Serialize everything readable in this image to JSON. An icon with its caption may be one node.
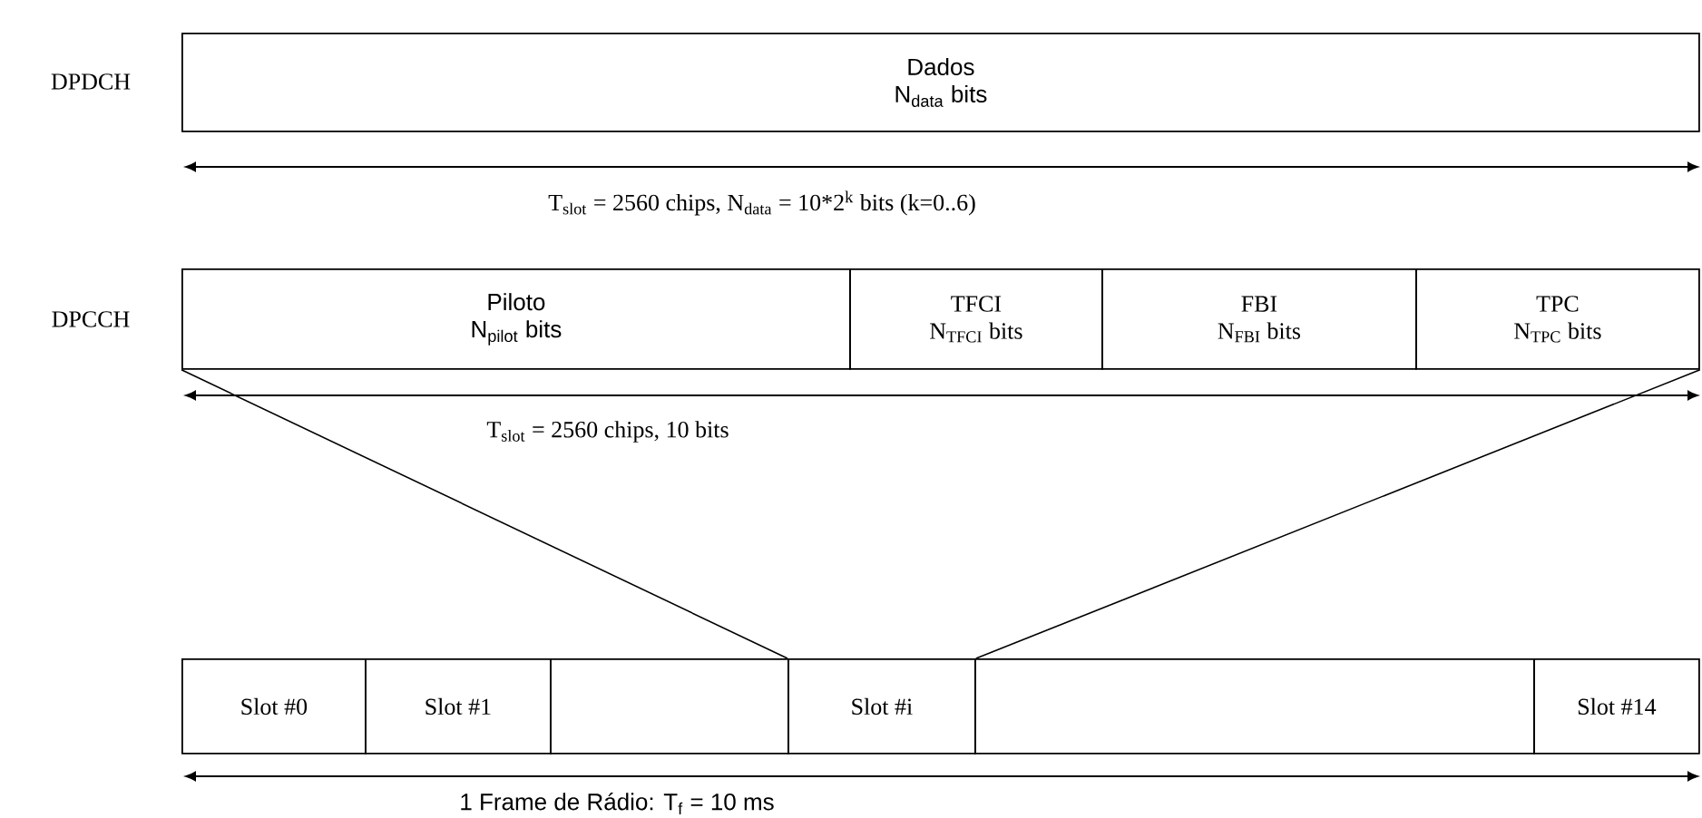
{
  "diagram": {
    "nodes": [
      {
        "text": [
          "Dados",
          "N$_{data}$ bits"
        ]
      },
      {
        "text": [
          "Piloto",
          "N$_{pilot}$ bits"
        ]
      },
      {
        "text": [
          "TFCI",
          "N$_{TFCI}$ bits"
        ]
      },
      {
        "text": [
          "FBI",
          "N$_{FBI}$ bits"
        ]
      },
      {
        "text": [
          "TPC",
          "N$_{TPC}$ bits"
        ]
      },
      {
        "text": [
          "Slot #0"
        ]
      },
      {
        "text": [
          "Slot #1"
        ]
      },
      {
        "text": [],
        "shape": "box"
      },
      {
        "text": [
          "Slot #i"
        ]
      },
      {
        "text": [],
        "shape": "box"
      },
      {
        "text": [
          "Slot #14"
        ]
      }
    ],
    "edges": [
      {
        "from": 1,
        "to": 8,
        "arrow": "none"
      },
      {
        "from": 4,
        "to": 8,
        "arrow": "none"
      }
    ],
    "labels": [
      "DPDCH",
      "T$_{slot}$ = 2560 chips, N$_{data}$ = 10*2$^{k}$ bits (k=0..6)",
      "DPCCH",
      "T$_{slot}$ = 2560 chips, 10 bits",
      "1 Frame de Rádio: T$_{f}$ = 10 ms"
    ]
  }
}
